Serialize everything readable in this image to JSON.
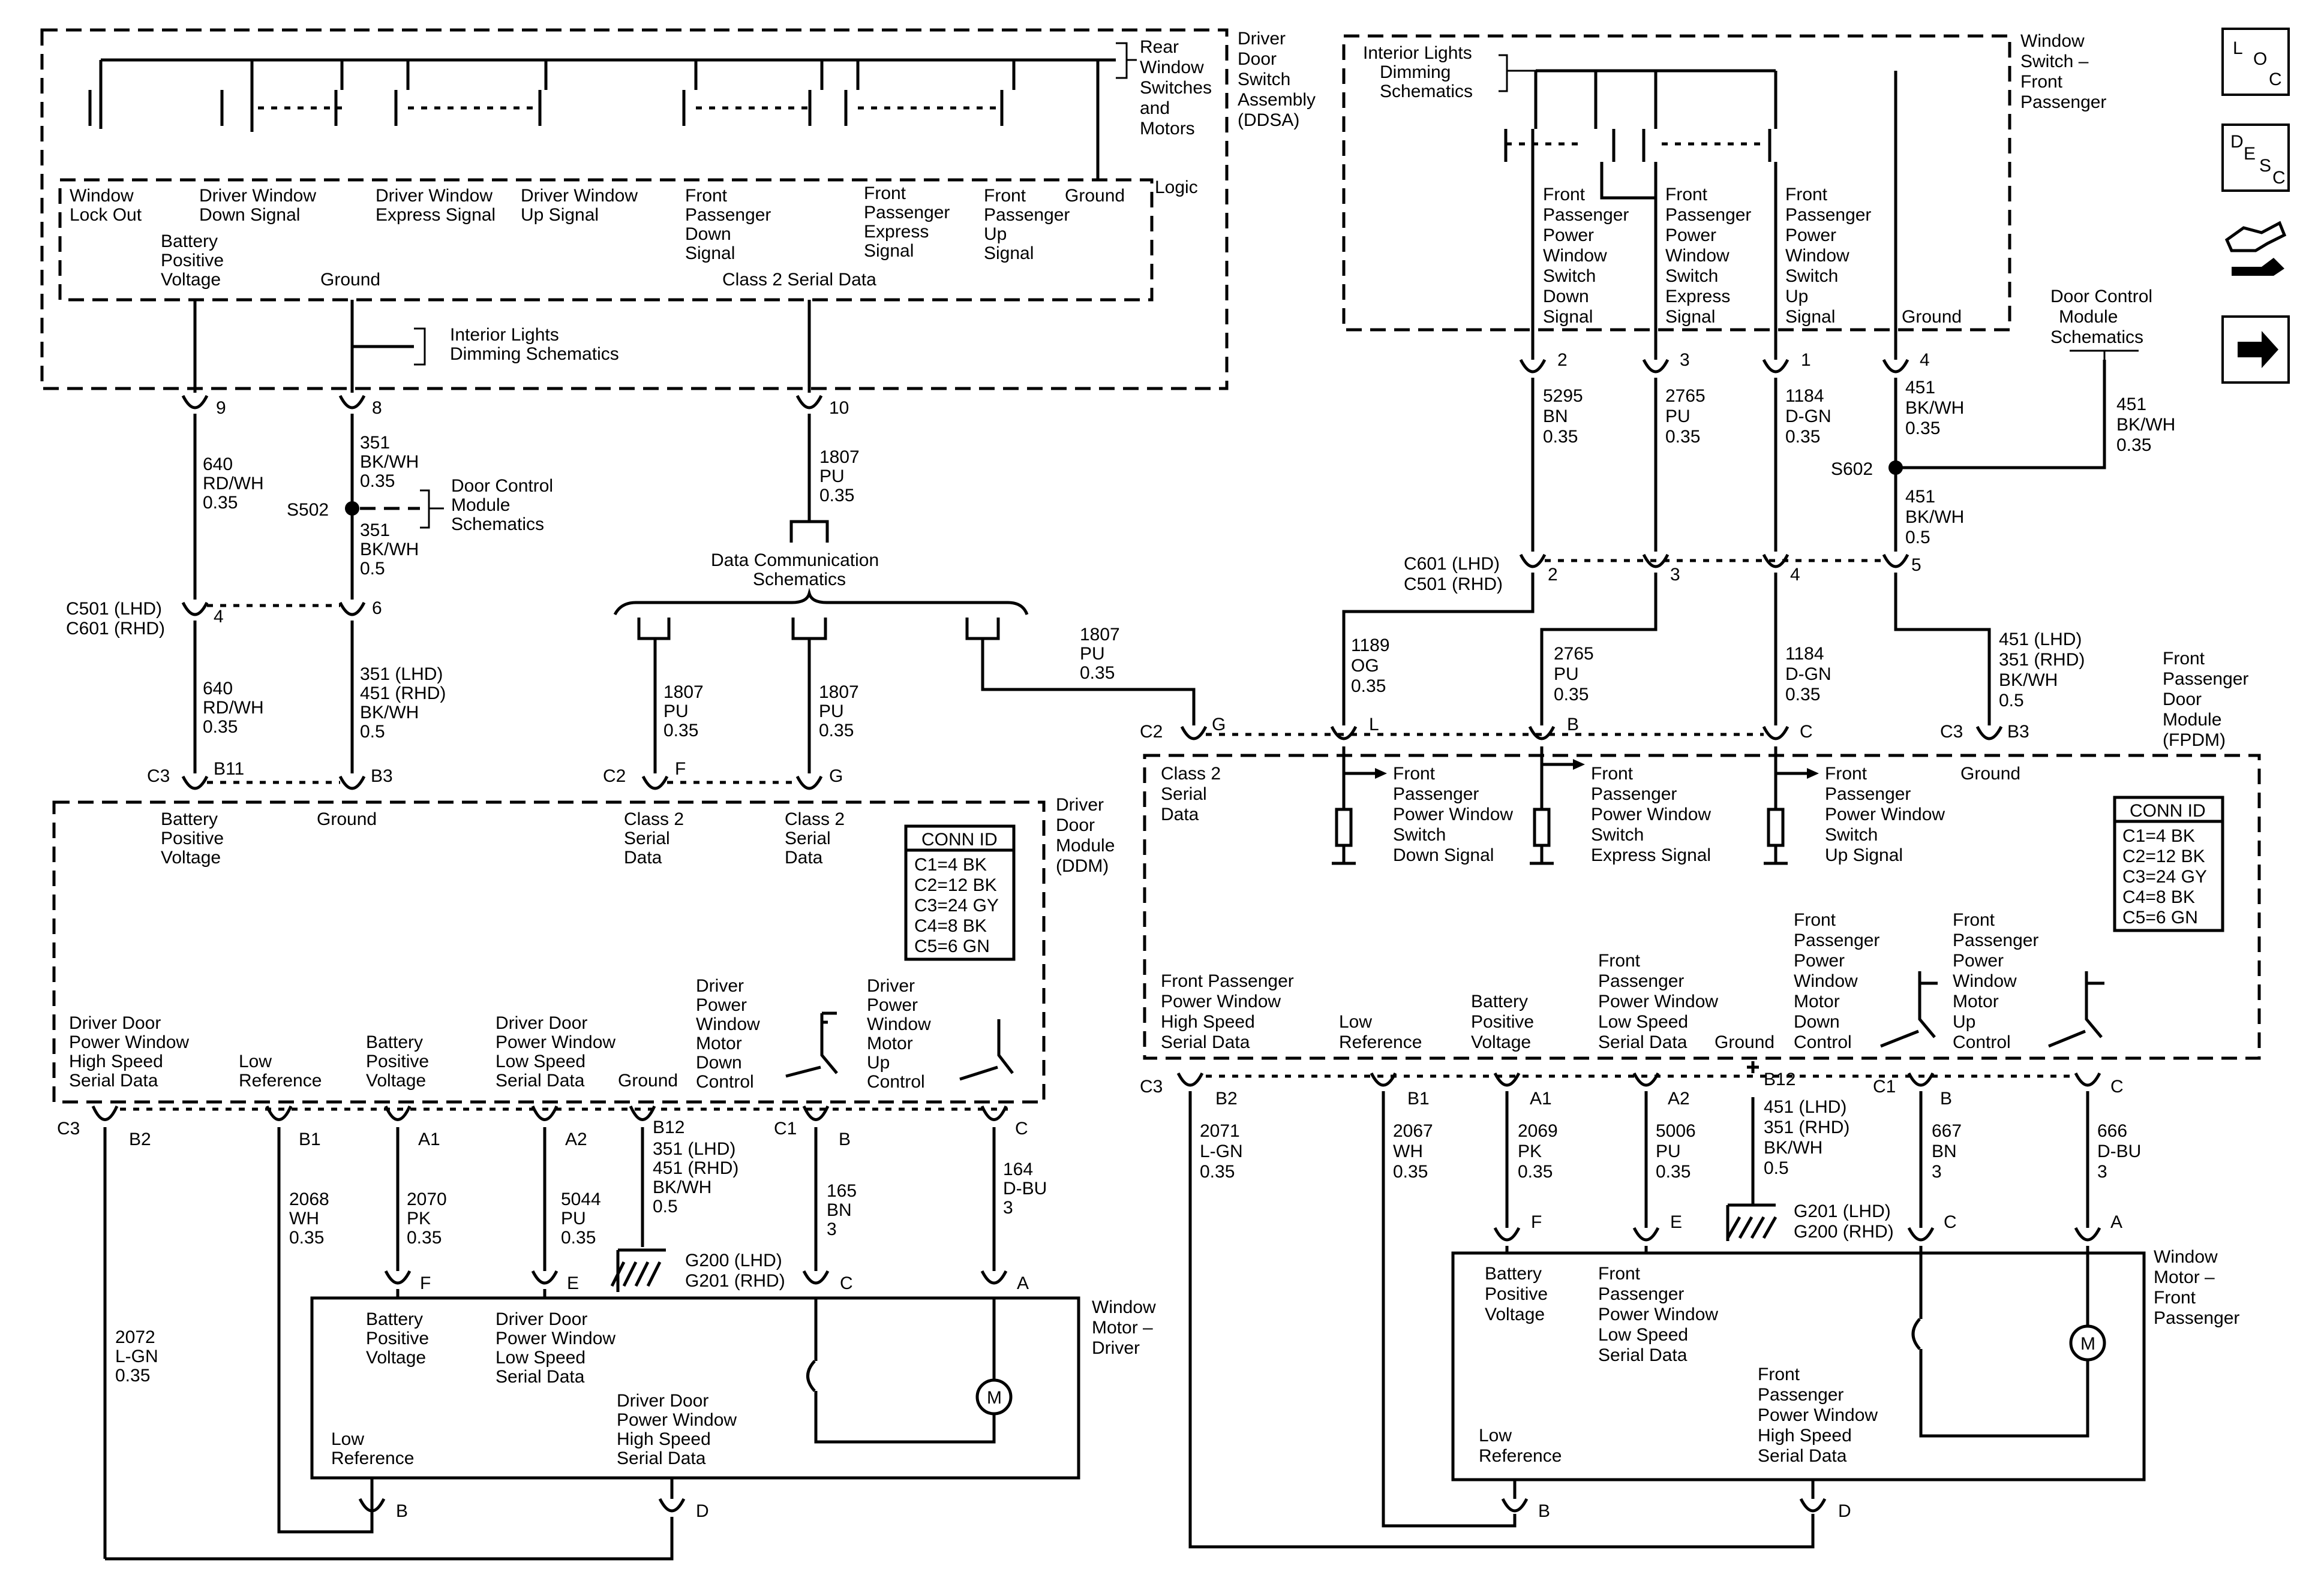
{
  "ddsa": {
    "title": [
      "Driver",
      "Door",
      "Switch",
      "Assembly",
      "(DDSA)"
    ],
    "rear": [
      "Rear",
      "Window",
      "Switches",
      "and",
      "Motors"
    ],
    "logic": "Logic",
    "labels": [
      [
        "Window",
        "Lock Out"
      ],
      [
        "Driver Window",
        "Down Signal"
      ],
      [
        "Driver Window",
        "Express Signal"
      ],
      [
        "Driver Window",
        "Up Signal"
      ],
      [
        "Front",
        "Passenger",
        "Down",
        "Signal"
      ],
      [
        "Front",
        "Passenger",
        "Express",
        "Signal"
      ],
      [
        "Front",
        "Passenger",
        "Up",
        "Signal"
      ],
      [
        "Ground"
      ]
    ],
    "battery": [
      "Battery",
      "Positive",
      "Voltage"
    ],
    "ground": "Ground",
    "serial": "Class 2 Serial Data",
    "interior": [
      "Interior Lights",
      "Dimming Schematics"
    ]
  },
  "left_wires": {
    "pins_top": [
      "9",
      "8",
      "10"
    ],
    "w640a": [
      "640",
      "RD/WH",
      "0.35"
    ],
    "w351a": [
      "351",
      "BK/WH",
      "0.35"
    ],
    "s502": "S502",
    "door_ctrl": [
      "Door Control",
      "Module",
      "Schematics"
    ],
    "w351b": [
      "351",
      "BK/WH",
      "0.5"
    ],
    "w1807a": [
      "1807",
      "PU",
      "0.35"
    ],
    "data_comm": [
      "Data Communication",
      "Schematics"
    ],
    "c501": [
      "C501 (LHD)",
      "C601 (RHD)"
    ],
    "pin4": "4",
    "pin6": "6",
    "w640b": [
      "640",
      "RD/WH",
      "0.35"
    ],
    "w351c": [
      "351 (LHD)",
      "451 (RHD)",
      "BK/WH",
      "0.5"
    ],
    "w1807b": [
      "1807",
      "PU",
      "0.35"
    ],
    "w1807c": [
      "1807",
      "PU",
      "0.35"
    ],
    "w1807d": [
      "1807",
      "PU",
      "0.35"
    ]
  },
  "ddm": {
    "title": [
      "Driver",
      "Door",
      "Module",
      "(DDM)"
    ],
    "conn_id": "CONN ID",
    "conns": [
      "C1=4 BK",
      "C2=12 BK",
      "C3=24 GY",
      "C4=8 BK",
      "C5=6 GN"
    ],
    "top_pins": [
      {
        "conn": "C3",
        "pin": "B11"
      },
      {
        "conn": "",
        "pin": "B3"
      },
      {
        "conn": "C2",
        "pin": "F"
      },
      {
        "conn": "",
        "pin": "G"
      }
    ],
    "top_labels": [
      [
        "Battery",
        "Positive",
        "Voltage"
      ],
      [
        "Ground"
      ],
      [
        "Class 2",
        "Serial",
        "Data"
      ],
      [
        "Class 2",
        "Serial",
        "Data"
      ]
    ],
    "bottom_labels": [
      [
        "Driver Door",
        "Power Window",
        "High Speed",
        "Serial Data"
      ],
      [
        "Low",
        "Reference"
      ],
      [
        "Battery",
        "Positive",
        "Voltage"
      ],
      [
        "Driver Door",
        "Power Window",
        "Low Speed",
        "Serial Data"
      ],
      [
        "Ground"
      ],
      [
        "Driver",
        "Power",
        "Window",
        "Motor",
        "Down",
        "Control"
      ],
      [
        "Driver",
        "Power",
        "Window",
        "Motor",
        "Up",
        "Control"
      ]
    ],
    "bottom_pins": [
      "C3",
      "B2",
      "B1",
      "A1",
      "A2",
      "B12",
      "C1",
      "B",
      "C"
    ],
    "w2068": [
      "2068",
      "WH",
      "0.35"
    ],
    "w2070": [
      "2070",
      "PK",
      "0.35"
    ],
    "w5044": [
      "5044",
      "PU",
      "0.35"
    ],
    "w351g": [
      "351 (LHD)",
      "451 (RHD)",
      "BK/WH",
      "0.5"
    ],
    "w165": [
      "165",
      "BN",
      "3"
    ],
    "w164": [
      "164",
      "D-BU",
      "3"
    ],
    "w2072": [
      "2072",
      "L-GN",
      "0.35"
    ],
    "g200": [
      "G200 (LHD)",
      "G201 (RHD)"
    ]
  },
  "motor_driver": {
    "title": [
      "Window",
      "Motor –",
      "Driver"
    ],
    "pins_top": [
      "F",
      "E",
      "C",
      "A"
    ],
    "battery": [
      "Battery",
      "Positive",
      "Voltage"
    ],
    "low_speed": [
      "Driver Door",
      "Power Window",
      "Low Speed",
      "Serial Data"
    ],
    "high_speed": [
      "Driver Door",
      "Power Window",
      "High Speed",
      "Serial Data"
    ],
    "low_ref": [
      "Low",
      "Reference"
    ],
    "pins_bottom": [
      "B",
      "D"
    ],
    "m": "M"
  },
  "wsfp": {
    "title": [
      "Window",
      "Switch –",
      "Front",
      "Passenger"
    ],
    "interior": [
      "Interior Lights",
      "Dimming",
      "Schematics"
    ],
    "labels": [
      [
        "Front",
        "Passenger",
        "Power",
        "Window",
        "Switch",
        "Down",
        "Signal"
      ],
      [
        "Front",
        "Passenger",
        "Power",
        "Window",
        "Switch",
        "Express",
        "Signal"
      ],
      [
        "Front",
        "Passenger",
        "Power",
        "Window",
        "Switch",
        "Up",
        "Signal"
      ],
      [
        "Ground"
      ]
    ],
    "pins": [
      "2",
      "3",
      "1",
      "4"
    ],
    "w5295": [
      "5295",
      "BN",
      "0.35"
    ],
    "w2765a": [
      "2765",
      "PU",
      "0.35"
    ],
    "w1184a": [
      "1184",
      "D-GN",
      "0.35"
    ],
    "w451a": [
      "451",
      "BK/WH",
      "0.35"
    ],
    "door_ctrl": [
      "Door Control",
      "Module",
      "Schematics"
    ],
    "w451b": [
      "451",
      "BK/WH",
      "0.35"
    ],
    "s602": "S602",
    "w451c": [
      "451",
      "BK/WH",
      "0.5"
    ],
    "c601": [
      "C601 (LHD)",
      "C501 (RHD)"
    ],
    "c601_pins": [
      "2",
      "3",
      "4",
      "5"
    ],
    "w1189": [
      "1189",
      "OG",
      "0.35"
    ],
    "w2765b": [
      "2765",
      "PU",
      "0.35"
    ],
    "w1184b": [
      "1184",
      "D-GN",
      "0.35"
    ],
    "w451d": [
      "451 (LHD)",
      "351 (RHD)",
      "BK/WH",
      "0.5"
    ],
    "w1807": [
      "1807",
      "PU",
      "0.35"
    ]
  },
  "fpdm": {
    "title": [
      "Front",
      "Passenger",
      "Door",
      "Module",
      "(FPDM)"
    ],
    "top_pins": [
      {
        "conn": "C2",
        "pin": "G"
      },
      {
        "conn": "",
        "pin": "L"
      },
      {
        "conn": "",
        "pin": "B"
      },
      {
        "conn": "",
        "pin": "C"
      },
      {
        "conn": "C3",
        "pin": "B3"
      }
    ],
    "top_labels": [
      [
        "Class 2",
        "Serial",
        "Data"
      ],
      [
        "Front",
        "Passenger",
        "Power Window",
        "Switch",
        "Down Signal"
      ],
      [
        "Front",
        "Passenger",
        "Power Window",
        "Switch",
        "Express Signal"
      ],
      [
        "Front",
        "Passenger",
        "Power Window",
        "Switch",
        "Up Signal"
      ],
      [
        "Ground"
      ]
    ],
    "conn_id": "CONN ID",
    "conns": [
      "C1=4 BK",
      "C2=12 BK",
      "C3=24 GY",
      "C4=8 BK",
      "C5=6 GN"
    ],
    "bottom_labels": [
      [
        "Front Passenger",
        "Power Window",
        "High Speed",
        "Serial Data"
      ],
      [
        "Low",
        "Reference"
      ],
      [
        "Battery",
        "Positive",
        "Voltage"
      ],
      [
        "Front",
        "Passenger",
        "Power Window",
        "Low Speed",
        "Serial Data"
      ],
      [
        "Ground"
      ],
      [
        "Front",
        "Passenger",
        "Power",
        "Window",
        "Motor",
        "Down",
        "Control"
      ],
      [
        "Front",
        "Passenger",
        "Power",
        "Window",
        "Motor",
        "Up",
        "Control"
      ]
    ],
    "bottom_pins": [
      "C3",
      "B2",
      "B1",
      "A1",
      "A2",
      "B12",
      "C1",
      "B",
      "C"
    ],
    "w2071": [
      "2071",
      "L-GN",
      "0.35"
    ],
    "w2067": [
      "2067",
      "WH",
      "0.35"
    ],
    "w2069": [
      "2069",
      "PK",
      "0.35"
    ],
    "w5006": [
      "5006",
      "PU",
      "0.35"
    ],
    "w451g": [
      "451 (LHD)",
      "351 (RHD)",
      "BK/WH",
      "0.5"
    ],
    "w667": [
      "667",
      "BN",
      "3"
    ],
    "w666": [
      "666",
      "D-BU",
      "3"
    ],
    "g201": [
      "G201 (LHD)",
      "G200 (RHD)"
    ]
  },
  "motor_fp": {
    "title": [
      "Window",
      "Motor –",
      "Front",
      "Passenger"
    ],
    "pins_top": [
      "F",
      "E",
      "C",
      "A"
    ],
    "battery": [
      "Battery",
      "Positive",
      "Voltage"
    ],
    "low_speed": [
      "Front",
      "Passenger",
      "Power Window",
      "Low Speed",
      "Serial Data"
    ],
    "high_speed": [
      "Front",
      "Passenger",
      "Power Window",
      "High Speed",
      "Serial Data"
    ],
    "low_ref": [
      "Low",
      "Reference"
    ],
    "pins_bottom": [
      "B",
      "D"
    ],
    "m": "M"
  },
  "nav": {
    "loc": [
      "L",
      "O",
      "C"
    ],
    "desc": [
      "D",
      "E",
      "S",
      "C"
    ]
  }
}
